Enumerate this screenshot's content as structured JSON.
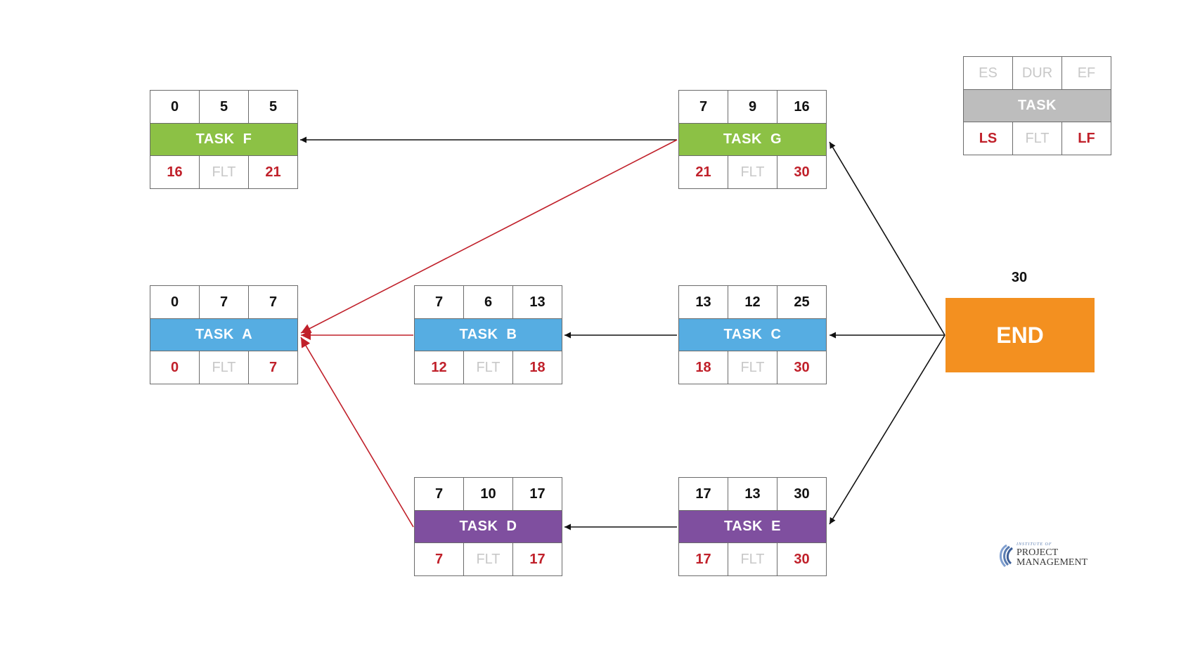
{
  "legend": {
    "es": "ES",
    "dur": "DUR",
    "ef": "EF",
    "task": "TASK",
    "ls": "LS",
    "flt": "FLT",
    "lf": "LF"
  },
  "tasks": {
    "f": {
      "es": "0",
      "dur": "5",
      "ef": "5",
      "name": "TASK  F",
      "ls": "16",
      "flt": "FLT",
      "lf": "21",
      "color": "#8cc145"
    },
    "g": {
      "es": "7",
      "dur": "9",
      "ef": "16",
      "name": "TASK  G",
      "ls": "21",
      "flt": "FLT",
      "lf": "30",
      "color": "#8cc145"
    },
    "a": {
      "es": "0",
      "dur": "7",
      "ef": "7",
      "name": "TASK  A",
      "ls": "0",
      "flt": "FLT",
      "lf": "7",
      "color": "#56ade2"
    },
    "b": {
      "es": "7",
      "dur": "6",
      "ef": "13",
      "name": "TASK  B",
      "ls": "12",
      "flt": "FLT",
      "lf": "18",
      "color": "#56ade2"
    },
    "c": {
      "es": "13",
      "dur": "12",
      "ef": "25",
      "name": "TASK  C",
      "ls": "18",
      "flt": "FLT",
      "lf": "30",
      "color": "#56ade2"
    },
    "d": {
      "es": "7",
      "dur": "10",
      "ef": "17",
      "name": "TASK  D",
      "ls": "7",
      "flt": "FLT",
      "lf": "17",
      "color": "#7f4f9f"
    },
    "e": {
      "es": "17",
      "dur": "13",
      "ef": "30",
      "name": "TASK  E",
      "ls": "17",
      "flt": "FLT",
      "lf": "30",
      "color": "#7f4f9f"
    }
  },
  "end": {
    "label": "END",
    "value": "30",
    "color": "#f39020"
  },
  "colors": {
    "critical_arrow": "#c0202a",
    "normal_arrow": "#111111",
    "late_value": "#c0202a"
  },
  "logo": {
    "line_small": "INSTITUTE OF",
    "line1": "PROJECT",
    "line2": "MANAGEMENT"
  }
}
